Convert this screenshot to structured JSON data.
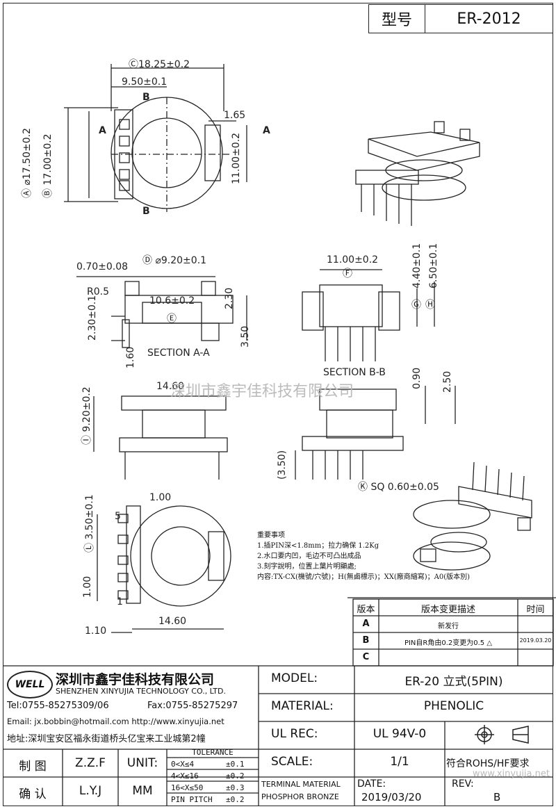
{
  "header": {
    "type_label": "型号",
    "part_number": "ER-2012"
  },
  "dims": {
    "top_width": "Ⓒ18.25±0.2",
    "half_width": "9.50±0.1",
    "section_b": "B",
    "section_a": "A",
    "d_1_65": "1.65",
    "dia_a": "Ⓐ ⌀17.50±0.2",
    "dim_b": "Ⓑ 17.00±0.2",
    "dim_11": "11.00±0.2",
    "d_0_70": "0.70±0.08",
    "d_920": "Ⓓ ⌀9.20±0.1",
    "r05": "R0.5",
    "d_106": "10.6±0.2",
    "e_label": "Ⓔ",
    "d_230a": "2.30",
    "d_230b": "2.30±0.1",
    "d_350a": "3.50",
    "d_160": "1.60",
    "section_aa": "SECTION A-A",
    "f_11": "11.00±0.2",
    "f_label": "Ⓕ",
    "d_440": "4.40±0.1",
    "d_650": "6.50±0.1",
    "g_label": "Ⓖ",
    "h_label": "Ⓗ",
    "section_bb": "SECTION B-B",
    "d_090": "0.90",
    "d_250": "2.50",
    "d_1460a": "14.60",
    "i_label": "Ⓘ 9.20±0.2",
    "d_350b": "(3.50)",
    "sq": "Ⓚ SQ 0.60±0.05",
    "d_100a": "1.00",
    "d_5": "5",
    "d_350c": "Ⓛ 3.50±0.1",
    "d_100b": "1.00",
    "d_1": "1",
    "d_1460b": "14.60",
    "d_110": "1.10",
    "watermark": "深圳市鑫宇佳科技有限公司"
  },
  "notes": {
    "title": "重要事项",
    "items": [
      "1.插PIN深<1.8mm；拉力确保 1.2Kg",
      "2.水口要内凹，毛边不可凸出成品",
      "3.刻字說明，位置上葉片明顯處;",
      "内容:TX-CX(機號/穴號)；H(無鹵標示)；XX(廠商縮寫)；A0(版本別)"
    ]
  },
  "revision": {
    "headers": [
      "版本",
      "版本变更描述",
      "时间"
    ],
    "rows": [
      {
        "ver": "A",
        "desc": "新发行",
        "date": ""
      },
      {
        "ver": "B",
        "desc": "PIN自R角由0.2变更为0.5 △",
        "date": "2019.03.20"
      },
      {
        "ver": "C",
        "desc": "",
        "date": ""
      }
    ]
  },
  "company": {
    "logo": "WELL",
    "name_cn": "深圳市鑫宇佳科技有限公司",
    "name_en": "SHENZHEN XINYUJIA TECHNOLOGY CO., LTD.",
    "tel": "Tel:0755-85275309/06",
    "fax": "Fax:0755-85275297",
    "email": "Email: jx.bobbin@hotmail.com http://www.xinyujia.net",
    "address": "地址:深圳宝安区福永街道桥头亿宝来工业城第2幢"
  },
  "titleblock": {
    "model_label": "MODEL:",
    "model_value": "ER-20 立式(5PIN)",
    "material_label": "MATERIAL:",
    "material_value": "PHENOLIC",
    "ulrec_label": "UL REC:",
    "ulrec_value": "UL 94V-0",
    "scale_label": "SCALE:",
    "scale_value": "1/1",
    "rohs": "符合ROHS/HF要求",
    "drawn_label": "制 图",
    "drawn_value": "Z.Z.F",
    "check_label": "确 认",
    "check_value": "L.Y.J",
    "unit_label": "UNIT:",
    "unit_value": "MM",
    "tolerance_title": "TOLERANCE",
    "tolerances": [
      {
        "range": "0<X≤4",
        "tol": "±0.1"
      },
      {
        "range": "4<X≤16",
        "tol": "±0.2"
      },
      {
        "range": "16<X≤50",
        "tol": "±0.3"
      },
      {
        "range": "PIN PITCH",
        "tol": "±0.2"
      }
    ],
    "terminal_material": "TERMINAL MATERIAL",
    "phosphor": "PHOSPHOR BRONZE",
    "date_label": "DATE:",
    "date_value": "2019/03/20",
    "rev_label": "REV:",
    "rev_value": "B",
    "url_watermark": "www.xinyujia.net"
  }
}
